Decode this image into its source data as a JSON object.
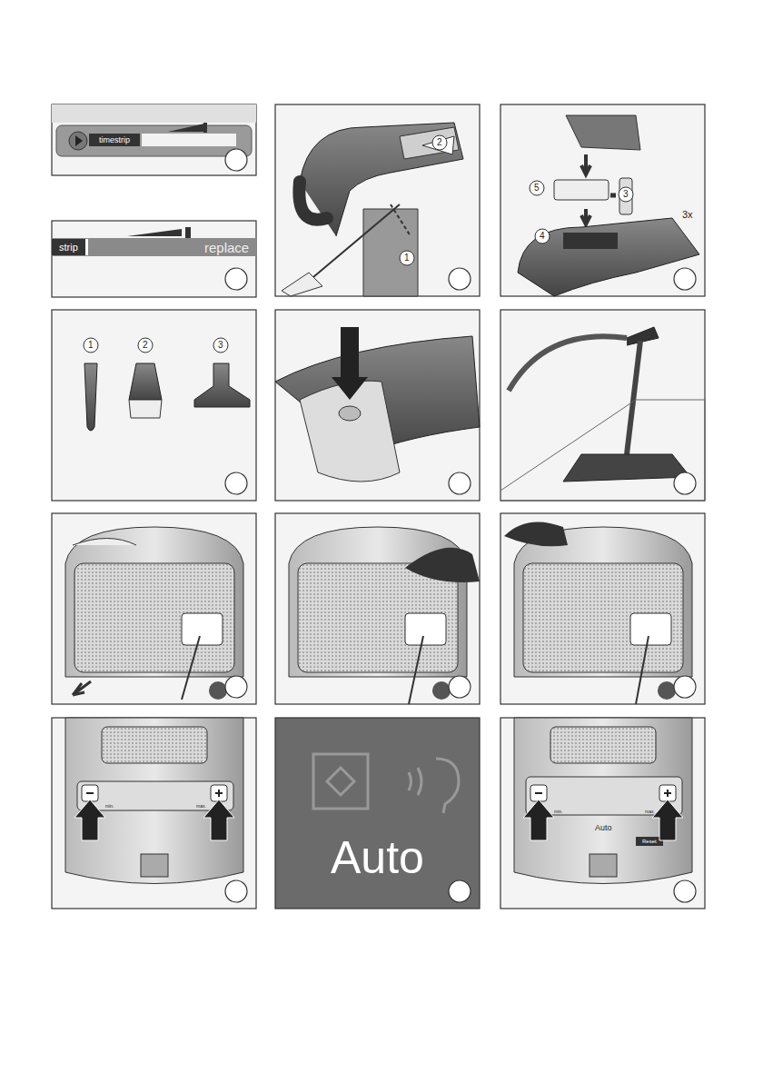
{
  "diagram": {
    "labels": [
      "timestrip",
      "strip",
      "replace",
      "2",
      "1",
      "5",
      "3",
      "3x",
      "4",
      "1",
      "2",
      "3",
      "min.",
      "max.",
      "Auto",
      "Auto",
      "Reset",
      "min.",
      "max."
    ]
  }
}
